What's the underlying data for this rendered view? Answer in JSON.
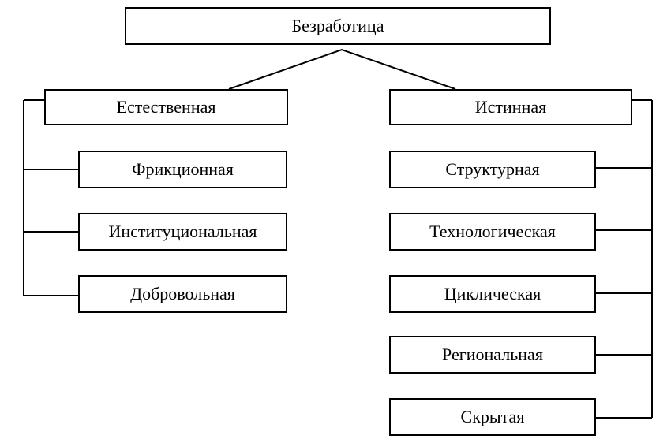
{
  "root": {
    "label": "Безработица"
  },
  "branches": {
    "left": {
      "label": "Естественная",
      "children": [
        "Фрикционная",
        "Институциональная",
        "Добровольная"
      ]
    },
    "right": {
      "label": "Истинная",
      "children": [
        "Структурная",
        "Технологическая",
        "Циклическая",
        "Региональная",
        "Скрытая"
      ]
    }
  }
}
